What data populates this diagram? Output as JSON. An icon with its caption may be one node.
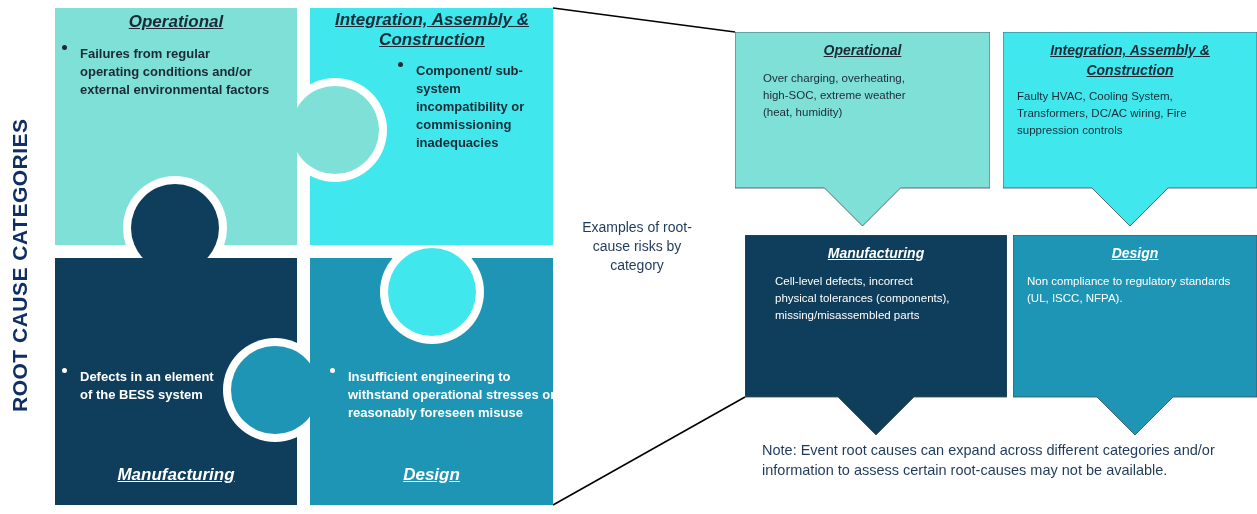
{
  "diagram": {
    "nodes": [
      {
        "text": [
          "Operational",
          "Failures from regular operating conditions and/or external environmental factors"
        ]
      },
      {
        "text": [
          "Integration, Assembly & Construction",
          "Component/ sub-system incompatibility or commissioning inadequacies"
        ]
      },
      {
        "text": [
          "Defects in an element of the BESS system",
          "Manufacturing"
        ]
      },
      {
        "text": [
          "Insufficient engineering to withstand operational stresses or reasonably foreseen misuse",
          "Design"
        ]
      },
      {
        "text": [
          "Operational",
          "Over charging, overheating, high-SOC, extreme weather (heat, humidity)"
        ]
      },
      {
        "text": [
          "Integration, Assembly & Construction",
          "Faulty HVAC, Cooling System, Transformers, DC/AC wiring, Fire suppression controls"
        ]
      },
      {
        "text": [
          "Manufacturing",
          "Cell-level defects, incorrect physical tolerances (components), missing/misassembled parts"
        ]
      },
      {
        "text": [
          "Design",
          "Non compliance to regulatory standards (UL, ISCC, NFPA)."
        ]
      }
    ],
    "edges": [
      {
        "from": 1,
        "to": 4,
        "arrow": "none"
      },
      {
        "from": 3,
        "to": 6,
        "arrow": "none"
      }
    ],
    "labels": [
      "ROOT CAUSE CATEGORIES",
      "Examples of root-cause risks by category",
      "Note: Event root causes can expand across different categories and/or information to assess certain root-causes may not be available."
    ]
  }
}
